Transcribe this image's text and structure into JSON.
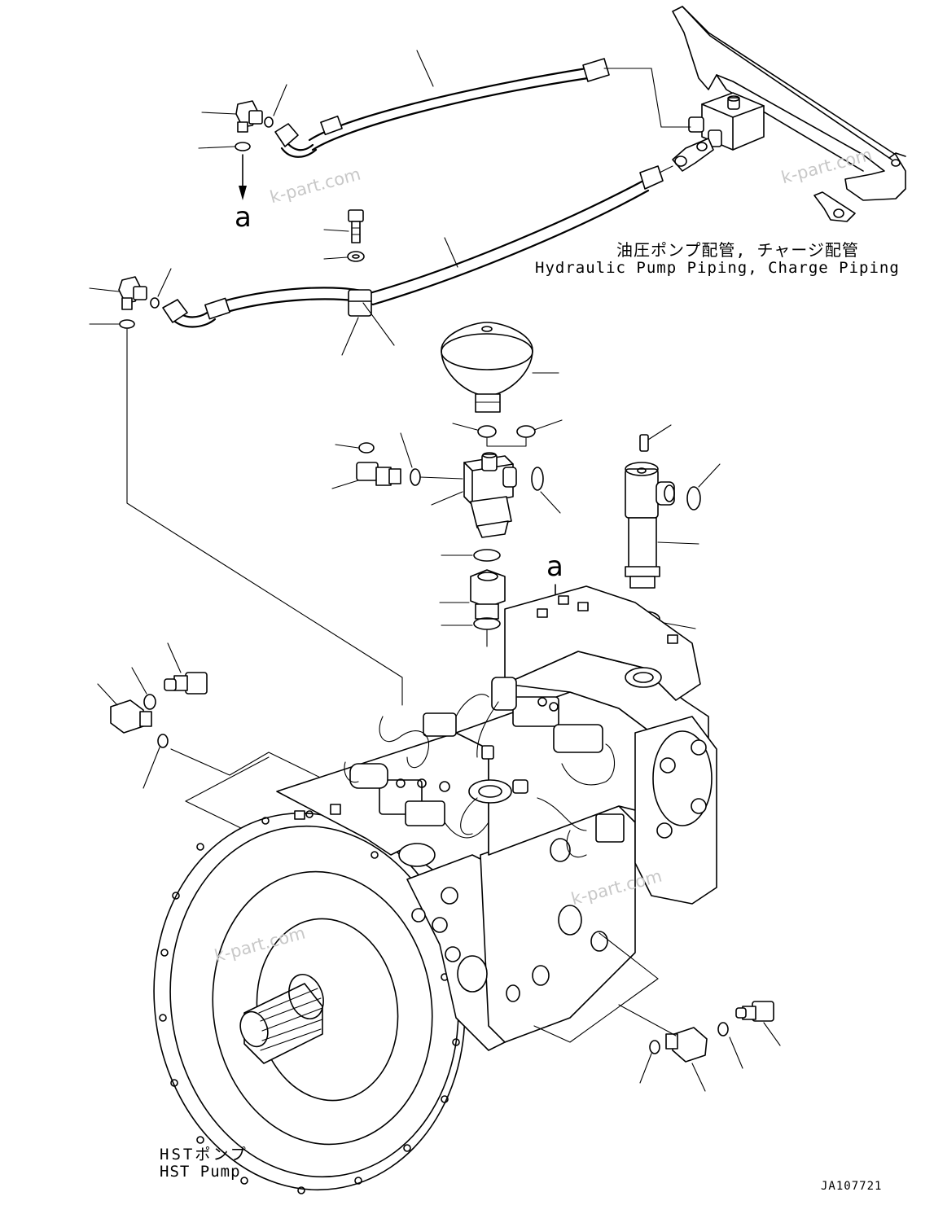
{
  "diagram": {
    "title_jp": "油圧ポンプ配管, チャージ配管",
    "title_en": "Hydraulic Pump Piping, Charge Piping",
    "pump_label_jp": "HSTポンプ",
    "pump_label_en": "HST Pump",
    "drawing_code": "JA107721",
    "reference_marker": "a",
    "watermark": "k-part.com"
  },
  "icons": [
    "hose-icon",
    "elbow-fitting-icon",
    "o-ring-icon",
    "bolt-icon",
    "clamp-icon",
    "accumulator-icon",
    "valve-block-icon",
    "relief-valve-icon",
    "pressure-sensor-icon",
    "pump-housing-icon",
    "spline-shaft-icon",
    "bracket-icon"
  ]
}
